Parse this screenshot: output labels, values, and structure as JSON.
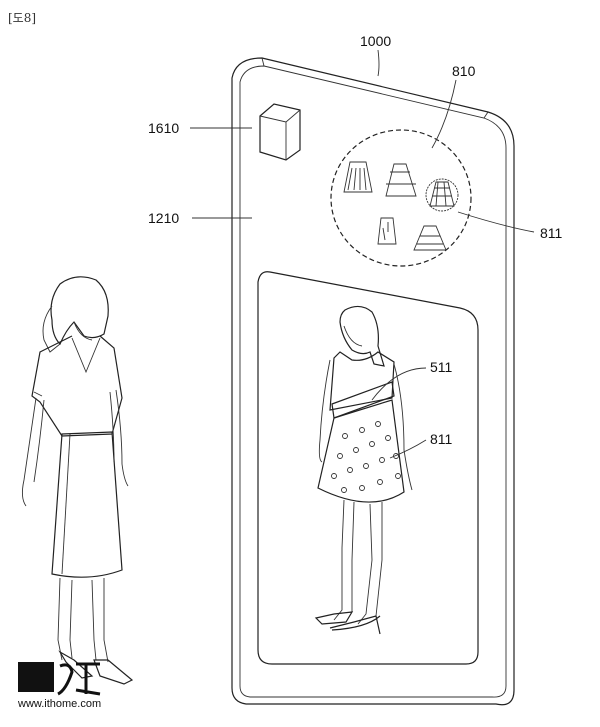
{
  "figure_label": "[도8]",
  "labels": {
    "device": "1000",
    "menu": "810",
    "camera": "1610",
    "display": "1210",
    "selected_item": "811",
    "avatar": "511",
    "applied_item": "811"
  },
  "watermark": {
    "logo": "IT之家",
    "url": "www.ithome.com"
  }
}
